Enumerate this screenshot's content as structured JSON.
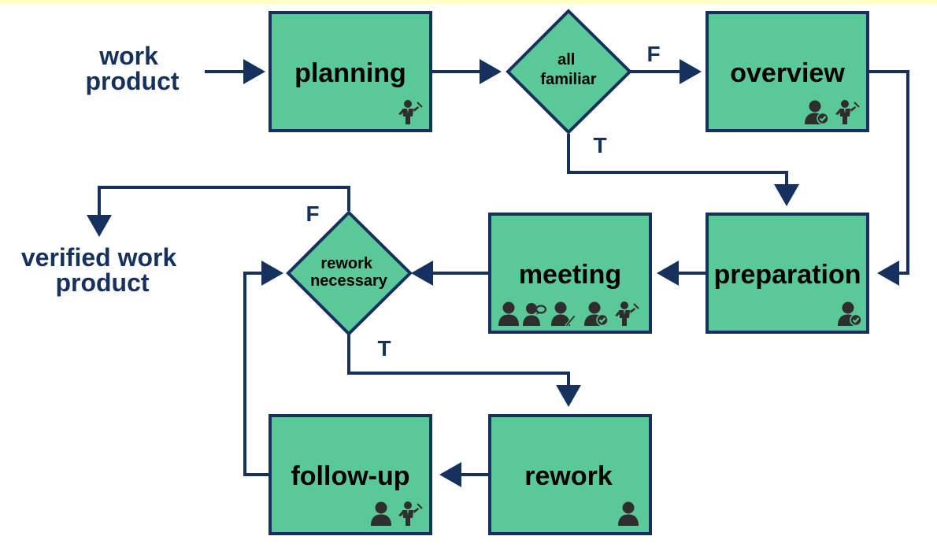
{
  "colors": {
    "box_fill": "#5bc899",
    "box_border": "#17315e",
    "arrow": "#17315e",
    "icon": "#2e2e2e",
    "top_band": "#ffffc8"
  },
  "external": {
    "input": [
      "work",
      "product"
    ],
    "output": [
      "verified work",
      "product"
    ]
  },
  "nodes": {
    "planning": {
      "label": "planning",
      "icons": [
        "manager-icon"
      ]
    },
    "overview": {
      "label": "overview",
      "icons": [
        "user-check-icon",
        "manager-icon"
      ]
    },
    "preparation": {
      "label": "preparation",
      "icons": [
        "user-check-icon"
      ]
    },
    "meeting": {
      "label": "meeting",
      "icons": [
        "user-icon",
        "user-speech-icon",
        "user-pen-icon",
        "user-check-icon",
        "manager-icon"
      ]
    },
    "rework": {
      "label": "rework",
      "icons": [
        "user-icon"
      ]
    },
    "followup": {
      "label": "follow-up",
      "icons": [
        "user-icon",
        "manager-icon"
      ]
    }
  },
  "decisions": {
    "all_familiar": {
      "lines": [
        "all",
        "familiar"
      ],
      "true_label": "T",
      "false_label": "F"
    },
    "rework_necessary": {
      "lines": [
        "rework",
        "necessary"
      ],
      "true_label": "T",
      "false_label": "F"
    }
  }
}
